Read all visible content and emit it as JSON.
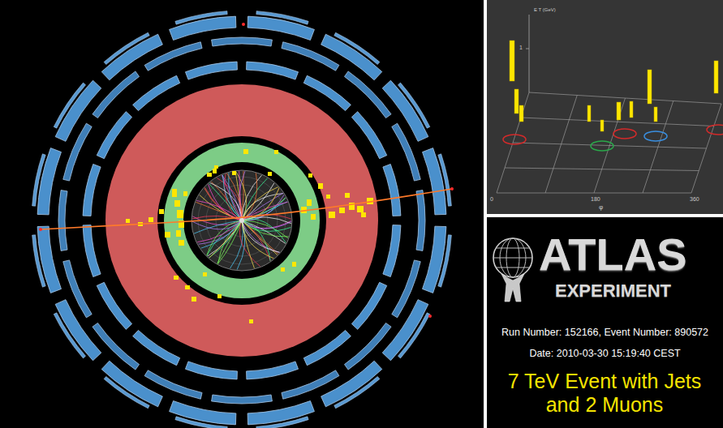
{
  "diagram": {
    "title": "7 TeV Event with Jets and 2 Muons",
    "labels": [
      "ATLAS",
      "EXPERIMENT",
      "Run Number: 152166, Event Number: 890572",
      "Date: 2010-03-30 15:19:40 CEST",
      "E T (GeV)",
      "1",
      "0",
      "180",
      "360",
      "φ"
    ]
  }
}
